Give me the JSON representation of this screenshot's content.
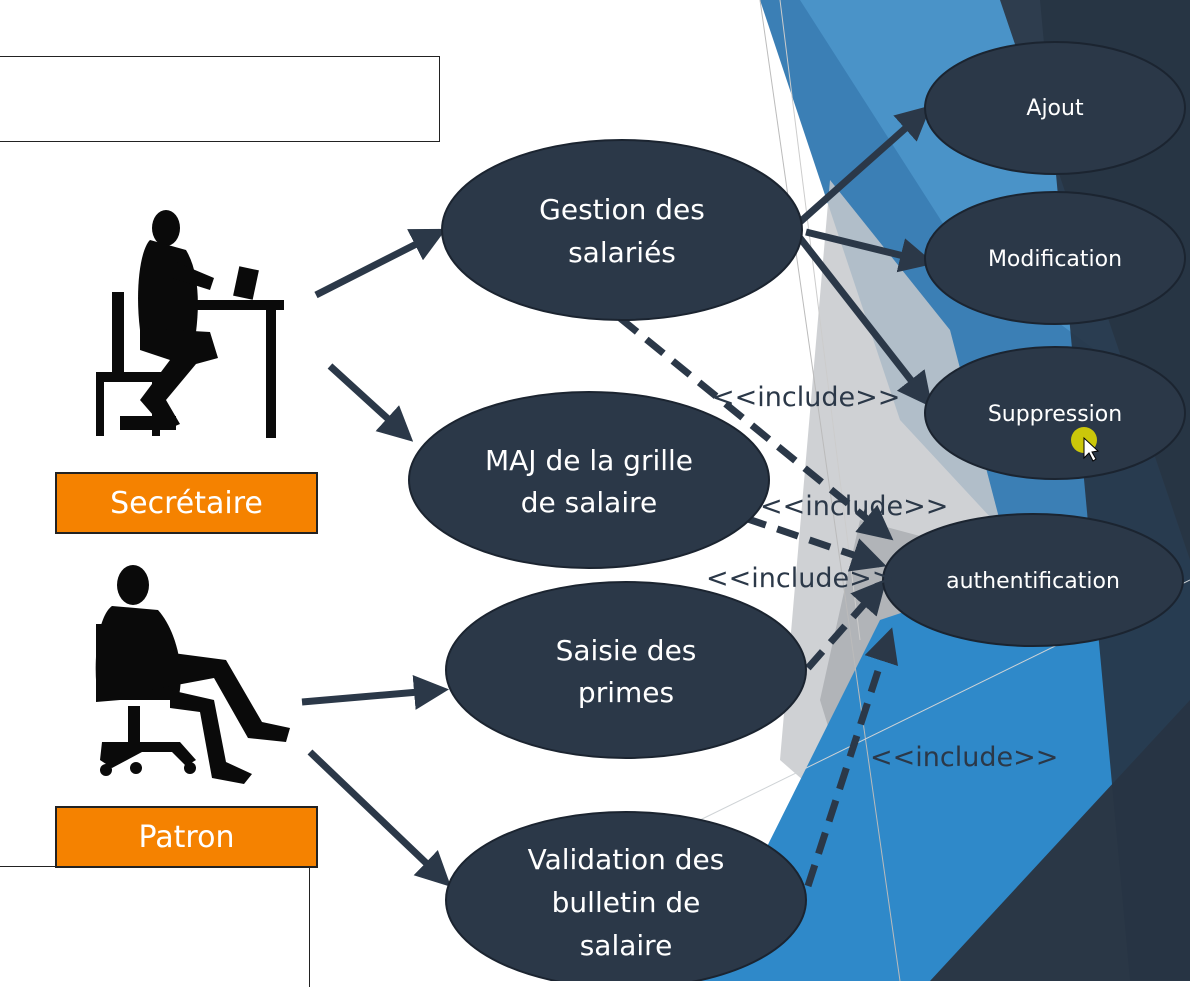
{
  "actors": [
    {
      "key": "secretaire",
      "label": "Secrétaire"
    },
    {
      "key": "patron",
      "label": "Patron"
    }
  ],
  "use_cases": {
    "gestion": [
      "Gestion des",
      "salariés"
    ],
    "maj": [
      "MAJ de la grille",
      "de salaire"
    ],
    "saisie": [
      "Saisie des",
      "primes"
    ],
    "validation": [
      "Validation des",
      "bulletin de",
      "salaire"
    ],
    "ajout": "Ajout",
    "modification": "Modification",
    "suppression": "Suppression",
    "authentification": "authentification"
  },
  "include_label": "<<include>>",
  "colors": {
    "ellipse_fill": "#2b3848",
    "arrow": "#2b3848",
    "actor_label_bg": "#f58200",
    "cursor_highlight": "#e8e000"
  }
}
